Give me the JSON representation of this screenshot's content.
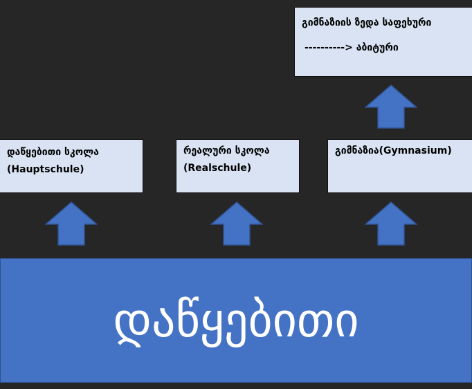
{
  "top_box": {
    "line1": "გიმნაზიის ზედა საფეხური",
    "line2": "----------> აბიტური"
  },
  "schools": [
    {
      "line1": "დაწყებითი სკოლა",
      "line2": "(Hauptschule)"
    },
    {
      "line1": "რეალური სკოლა",
      "line2": "(Realschule)"
    },
    {
      "line1": "გიმნაზია(Gymnasium)"
    }
  ],
  "base": {
    "label": "დაწყებითი"
  },
  "colors": {
    "background": "#262626",
    "box_fill": "#dae3f3",
    "accent": "#4472c4"
  }
}
